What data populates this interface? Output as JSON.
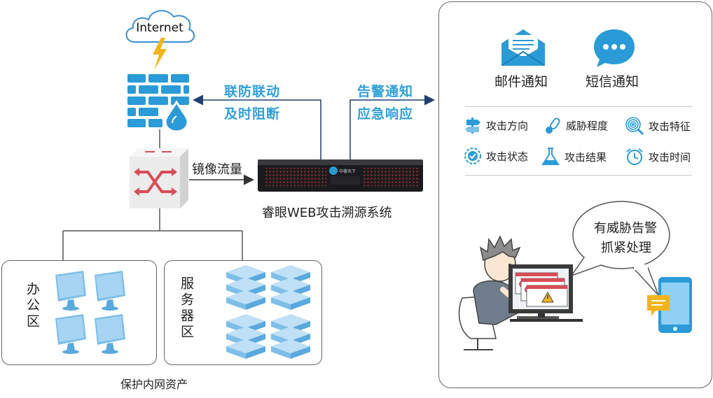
{
  "network": {
    "internet_label": "Internet",
    "linkage_line1": "联防联动",
    "linkage_line2": "及时阻断",
    "alert_line1": "告警通知",
    "alert_line2": "应急响应",
    "mirror_label": "镜像流量",
    "system_label": "睿眼WEB攻击溯源系统",
    "office_zone": "办公区",
    "server_zone": "服务器区",
    "assets_label": "保护内网资产"
  },
  "panel": {
    "email_label": "邮件通知",
    "sms_label": "短信通知",
    "features": [
      {
        "label": "攻击方向",
        "icon": "signpost-icon"
      },
      {
        "label": "威胁程度",
        "icon": "thermometer-icon"
      },
      {
        "label": "攻击特征",
        "icon": "fingerprint-icon"
      },
      {
        "label": "攻击状态",
        "icon": "status-check-icon"
      },
      {
        "label": "攻击结果",
        "icon": "flask-icon"
      },
      {
        "label": "攻击时间",
        "icon": "alarm-clock-icon"
      }
    ],
    "bubble_line1": "有威胁告警",
    "bubble_line2": "抓紧处理"
  },
  "colors": {
    "accent_blue": "#2f9fd8",
    "arrow_navy": "#1f3f6e",
    "firewall_blue": "#2a9bd6",
    "switch_red": "#d94c55"
  }
}
